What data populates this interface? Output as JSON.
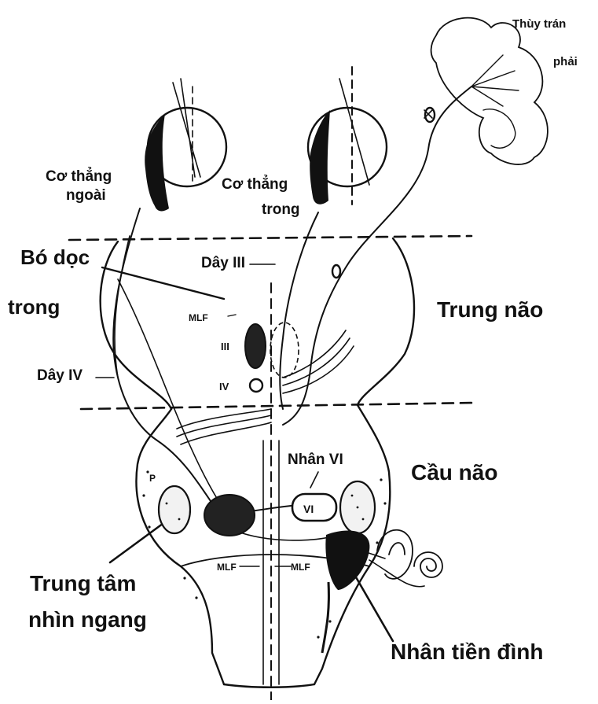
{
  "labels": {
    "frontal_lobe_line1": "Thùy trán",
    "frontal_lobe_line2": "phải",
    "lateral_rectus_line1": "Cơ thẳng",
    "lateral_rectus_line2": "ngoài",
    "medial_rectus_line1": "Cơ thẳng",
    "medial_rectus_line2": "trong",
    "mlf_line1": "Bó dọc",
    "mlf_line2": "trong",
    "nerve_iii": "Dây III",
    "nerve_iv": "Dây IV",
    "midbrain": "Trung não",
    "pons": "Cầu não",
    "abducens_nucleus": "Nhân VI",
    "gaze_center_line1": "Trung tâm",
    "gaze_center_line2": "nhìn ngang",
    "vestibular_nucleus": "Nhân tiền đình",
    "mlf_small": "MLF",
    "mlf_small_left": "MLF",
    "mlf_small_right": "MLF",
    "roman_iii": "III",
    "roman_iv": "IV",
    "roman_vi": "VI",
    "pprf_mark": "P"
  },
  "colors": {
    "ink": "#111111",
    "background": "#ffffff"
  }
}
